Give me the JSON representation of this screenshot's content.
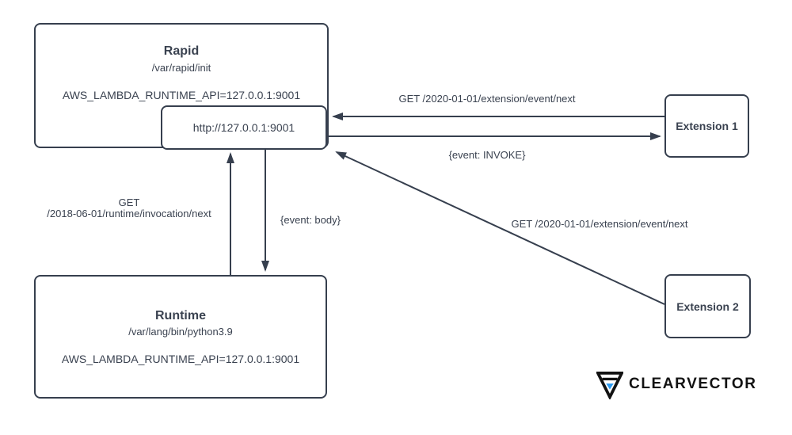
{
  "nodes": {
    "rapid": {
      "title": "Rapid",
      "path": "/var/rapid/init",
      "env": "AWS_LAMBDA_RUNTIME_API=127.0.0.1:9001"
    },
    "endpoint": {
      "label": "http://127.0.0.1:9001"
    },
    "runtime": {
      "title": "Runtime",
      "path": "/var/lang/bin/python3.9",
      "env": "AWS_LAMBDA_RUNTIME_API=127.0.0.1:9001"
    },
    "extension1": {
      "label": "Extension 1"
    },
    "extension2": {
      "label": "Extension 2"
    }
  },
  "edges": {
    "extension1_get": {
      "label": "GET /2020-01-01/extension/event/next",
      "from": "Extension 1",
      "to": "http://127.0.0.1:9001"
    },
    "invoke_event": {
      "label": "{event: INVOKE}",
      "from": "http://127.0.0.1:9001",
      "to": "Extension 1"
    },
    "runtime_get": {
      "label_line1": "GET",
      "label_line2": "/2018-06-01/runtime/invocation/next",
      "from": "Runtime",
      "to": "http://127.0.0.1:9001"
    },
    "event_body": {
      "label": "{event: body}",
      "from": "http://127.0.0.1:9001",
      "to": "Runtime"
    },
    "extension2_get": {
      "label": "GET /2020-01-01/extension/event/next",
      "from": "Extension 2",
      "to": "http://127.0.0.1:9001"
    }
  },
  "branding": {
    "name": "CLEARVECTOR"
  },
  "colors": {
    "stroke": "#363f4e",
    "text": "#3a4250",
    "logo_text": "#121212",
    "logo_accent": "#2e9bf0",
    "background": "#ffffff"
  }
}
